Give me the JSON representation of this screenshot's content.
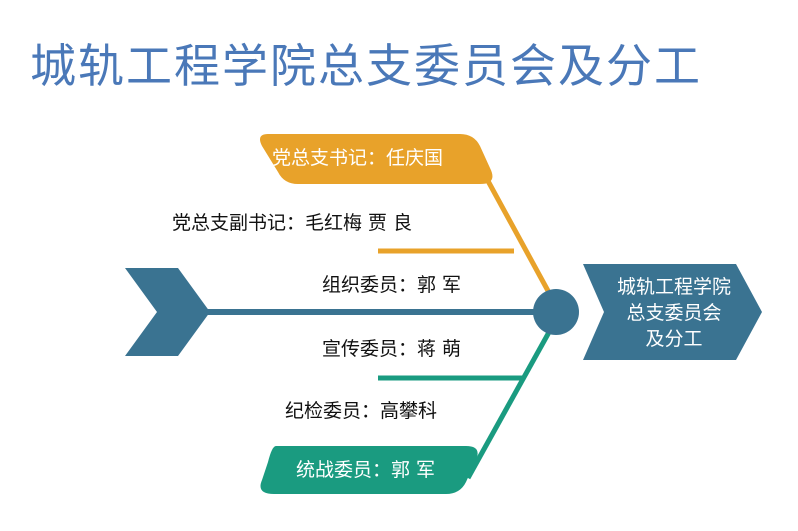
{
  "title": "城轨工程学院总支委员会及分工",
  "head_label": "城轨工程学院\n总支委员会\n及分工",
  "bones": [
    {
      "label": "党总支书记：任庆国"
    },
    {
      "label": "党总支副书记：毛红梅  贾 良"
    },
    {
      "label": "组织委员：郭  军"
    },
    {
      "label": "宣传委员：蒋  萌"
    },
    {
      "label": "纪检委员：高攀科"
    },
    {
      "label": "统战委员：郭  军"
    }
  ],
  "colors": {
    "title": "#4a78b8",
    "spine": "#3a7391",
    "upper_bone": "#e8a22a",
    "lower_bone": "#1a9b80",
    "head": "#3a7391"
  }
}
